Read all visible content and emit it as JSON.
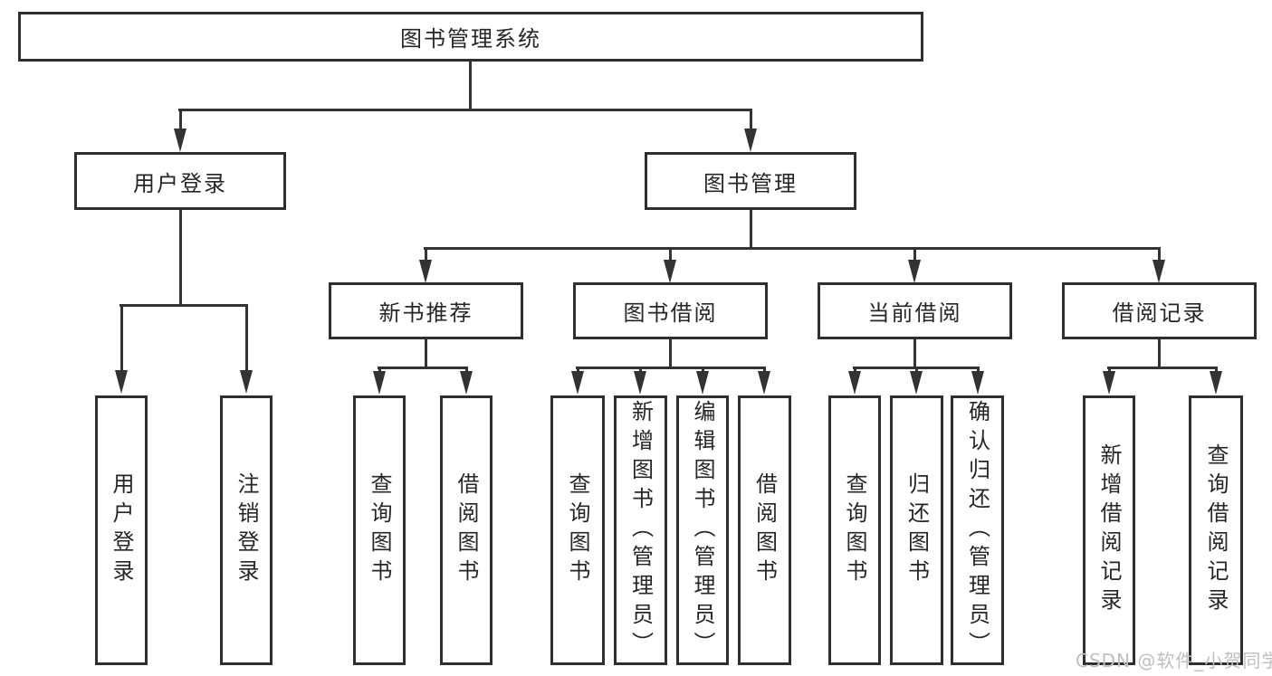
{
  "watermark": "CSDN @软件_小贺同学",
  "colors": {
    "line": "#333333",
    "box_border": "#2f2f2f",
    "text": "#262626",
    "background": "#ffffff",
    "watermark": "#bfbfbf"
  },
  "tree": {
    "label": "图书管理系统",
    "children": [
      {
        "label": "用户登录",
        "children": [
          {
            "label": "用户登录"
          },
          {
            "label": "注销登录"
          }
        ]
      },
      {
        "label": "图书管理",
        "children": [
          {
            "label": "新书推荐",
            "children": [
              {
                "label": "查询图书"
              },
              {
                "label": "借阅图书"
              }
            ]
          },
          {
            "label": "图书借阅",
            "children": [
              {
                "label": "查询图书"
              },
              {
                "label": "新增图书（管理员）"
              },
              {
                "label": "编辑图书（管理员）"
              },
              {
                "label": "借阅图书"
              }
            ]
          },
          {
            "label": "当前借阅",
            "children": [
              {
                "label": "查询图书"
              },
              {
                "label": "归还图书"
              },
              {
                "label": "确认归还（管理员）"
              }
            ]
          },
          {
            "label": "借阅记录",
            "children": [
              {
                "label": "新增借阅记录"
              },
              {
                "label": "查询借阅记录"
              }
            ]
          }
        ]
      }
    ]
  }
}
